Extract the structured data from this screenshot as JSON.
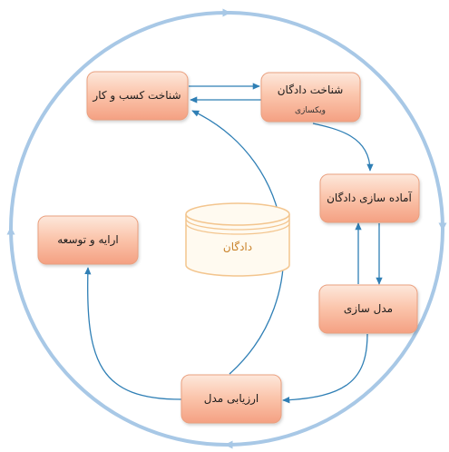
{
  "diagram": {
    "nodes": {
      "business_understanding": {
        "label": "شناخت کسب و کار"
      },
      "data_understanding": {
        "label": "شناخت دادگان",
        "sublabel": "ویکسازی"
      },
      "data_preparation": {
        "label": "آماده سازی دادگان"
      },
      "modeling": {
        "label": "مدل سازی"
      },
      "evaluation": {
        "label": "ارزیابی مدل"
      },
      "deployment": {
        "label": "ارایه و توسعه"
      }
    },
    "database": {
      "label": "دادگان"
    },
    "colors": {
      "node_fill_top": "#fde2d4",
      "node_fill_bottom": "#f5a98a",
      "node_stroke": "#eaa07f",
      "arrow": "#2f7fb5",
      "cycle": "#a8c8e6",
      "db_stroke": "#f3c58e",
      "db_fill": "#fffaf0",
      "db_text": "#c9822a"
    }
  }
}
